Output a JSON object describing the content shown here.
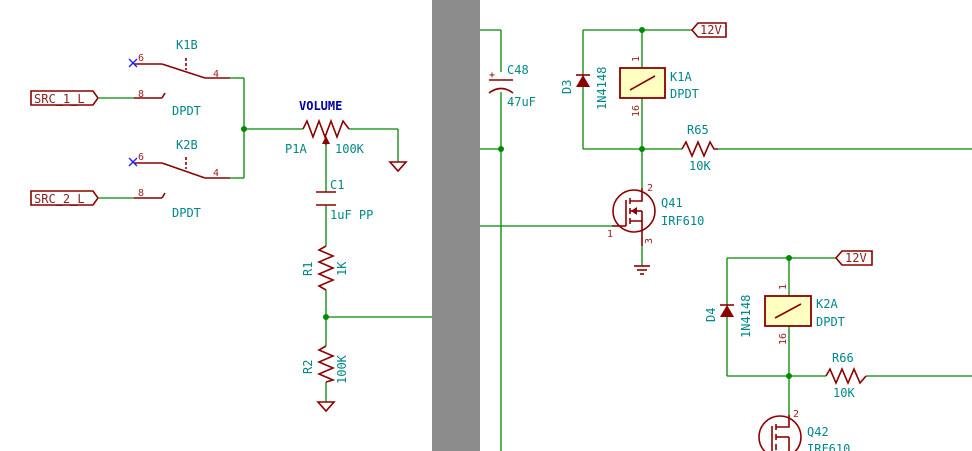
{
  "colors": {
    "wire": "#008a00",
    "component": "#8b0000",
    "ref_text": "#00878a",
    "net_label_text": "#8b1e1e",
    "volume_label": "#0000a8",
    "relay_fill": "#ffffc2",
    "divider": "#8c8c8c"
  },
  "labels": {
    "src1": "SRC_1_L",
    "src2": "SRC_2_L",
    "v12_a": "12V",
    "v12_b": "12V",
    "volume": "VOLUME"
  },
  "switches": {
    "k1b": {
      "ref": "K1B",
      "type": "DPDT",
      "pin_nc": "6",
      "pin_no": "8",
      "pin_com": "4"
    },
    "k2b": {
      "ref": "K2B",
      "type": "DPDT",
      "pin_nc": "6",
      "pin_no": "8",
      "pin_com": "4"
    }
  },
  "pot": {
    "ref": "P1A",
    "value": "100K"
  },
  "c1": {
    "ref": "C1",
    "value": "1uF PP"
  },
  "r1": {
    "ref": "R1",
    "value": "1K"
  },
  "r2": {
    "ref": "R2",
    "value": "100K"
  },
  "c48": {
    "ref": "C48",
    "value": "47uF",
    "plus": "+"
  },
  "d3": {
    "ref": "D3",
    "value": "1N4148"
  },
  "d4": {
    "ref": "D4",
    "value": "1N4148"
  },
  "k1a": {
    "ref": "K1A",
    "type": "DPDT",
    "pin_top": "1",
    "pin_bottom": "16"
  },
  "k2a": {
    "ref": "K2A",
    "type": "DPDT",
    "pin_top": "1",
    "pin_bottom": "16"
  },
  "r65": {
    "ref": "R65",
    "value": "10K"
  },
  "r66": {
    "ref": "R66",
    "value": "10K"
  },
  "q41": {
    "ref": "Q41",
    "value": "IRF610",
    "pin_gate": "1",
    "pin_drain": "2",
    "pin_source": "3"
  },
  "q42": {
    "ref": "Q42",
    "value": "IRF610",
    "pin_drain": "2"
  }
}
